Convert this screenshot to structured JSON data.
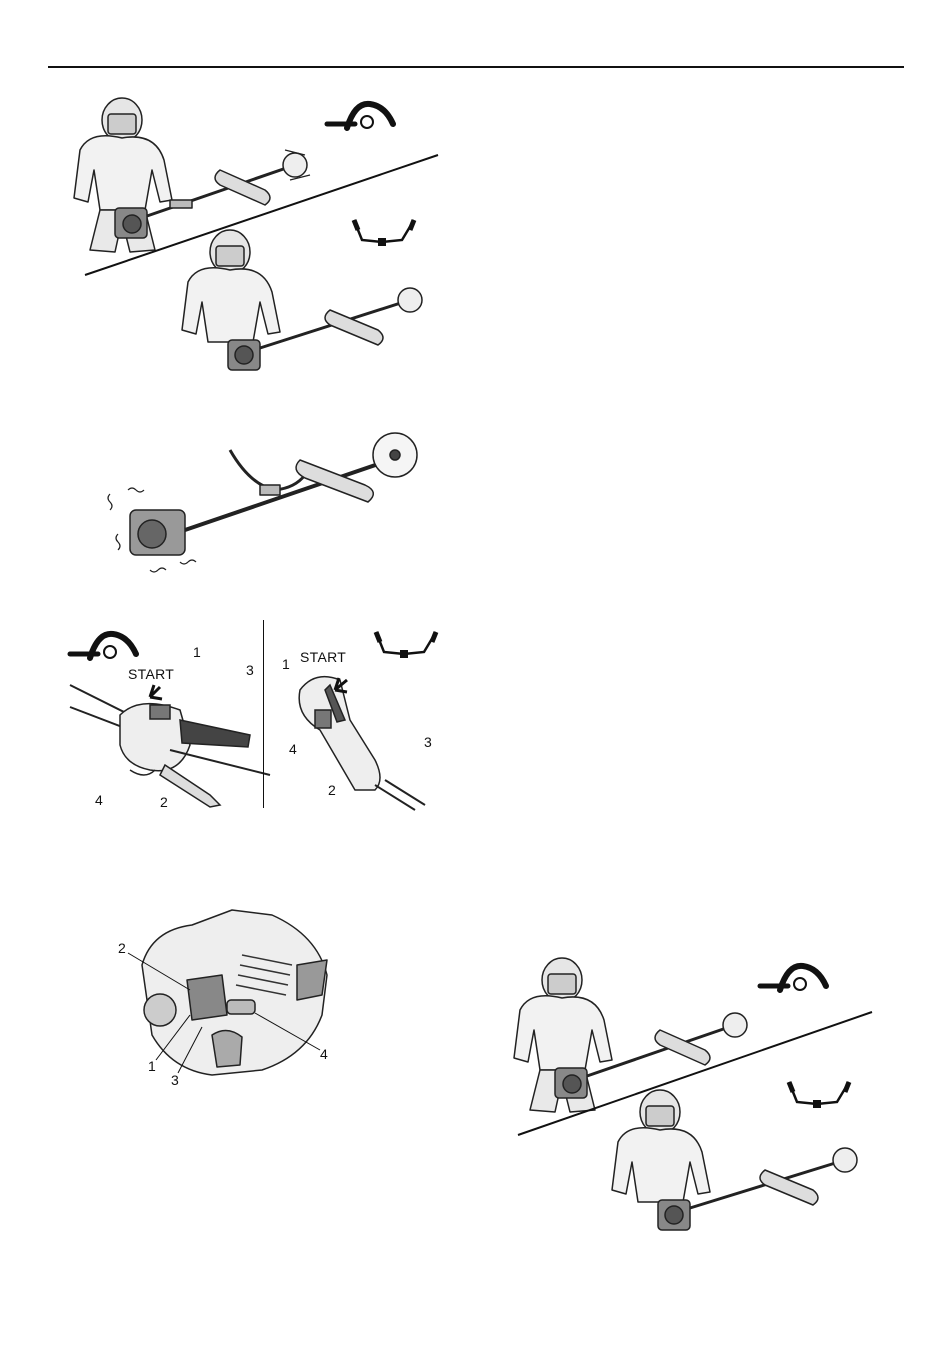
{
  "figure_2": {
    "left_panel": {
      "start_label": "START",
      "callouts": [
        "1",
        "2",
        "3",
        "4"
      ]
    },
    "right_panel": {
      "start_label": "START",
      "callouts": [
        "1",
        "2",
        "3",
        "4"
      ]
    }
  },
  "figure_3": {
    "callouts": [
      "1",
      "2",
      "3",
      "4"
    ]
  },
  "icons": {
    "loop_handle": "loop-handle-icon",
    "bike_handle": "bike-handle-icon"
  }
}
